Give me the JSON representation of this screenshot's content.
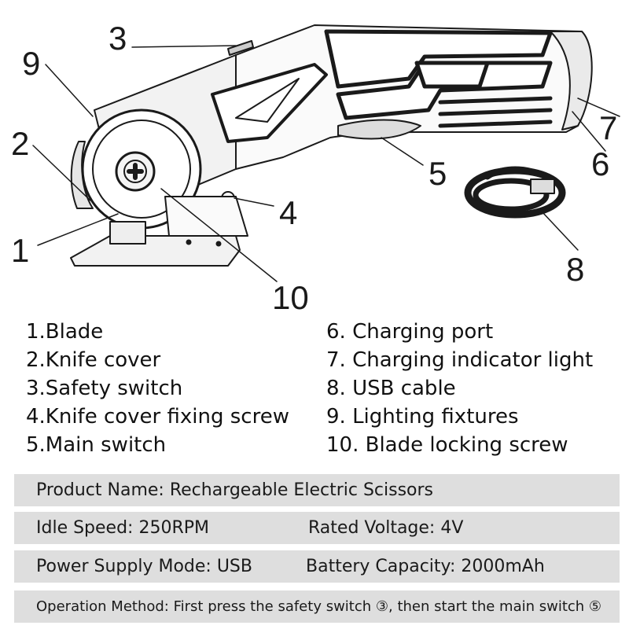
{
  "callouts": [
    "1",
    "2",
    "3",
    "4",
    "5",
    "6",
    "7",
    "8",
    "9",
    "10"
  ],
  "legend": [
    "1.Blade",
    "2.Knife cover",
    "3.Safety switch",
    "4.Knife cover fixing screw",
    "5.Main switch",
    "6. Charging port",
    "7. Charging indicator light",
    "8. USB cable",
    "9. Lighting fixtures",
    "10. Blade locking screw"
  ],
  "specs": {
    "product_name": "Product Name: Rechargeable Electric Scissors",
    "idle_speed": "Idle Speed: 250RPM",
    "rated_voltage": "Rated Voltage: 4V",
    "power_supply": "Power Supply Mode: USB",
    "battery_capacity": "Battery Capacity: 2000mAh",
    "operation_method": "Operation Method: First press the safety switch ③, then start the main switch ⑤"
  },
  "colors": {
    "spec_background": "#dedede",
    "line_art": "#1a1a1a"
  }
}
